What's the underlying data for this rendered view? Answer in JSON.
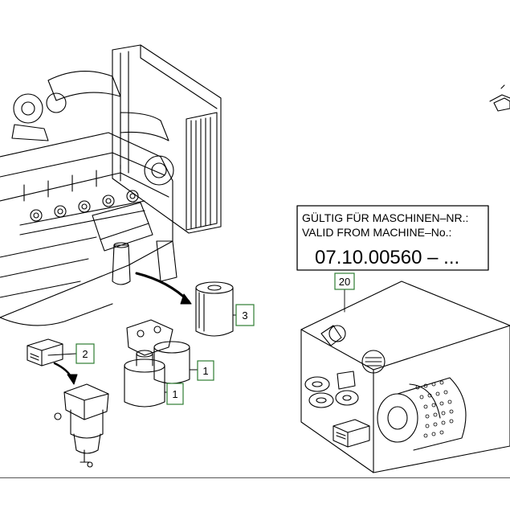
{
  "validity_box": {
    "line1": "GÜLTIG FÜR MASCHINEN–NR.:",
    "line2": "VALID FROM MACHINE–No.:",
    "serial": "07.10.00560 – ..."
  },
  "callouts": [
    {
      "id": "callout-3",
      "label": "3"
    },
    {
      "id": "callout-2",
      "label": "2"
    },
    {
      "id": "callout-1a",
      "label": "1"
    },
    {
      "id": "callout-1b",
      "label": "1"
    },
    {
      "id": "callout-20",
      "label": "20"
    }
  ],
  "colors": {
    "callout_border": "#2e7d32",
    "line": "#000000"
  }
}
